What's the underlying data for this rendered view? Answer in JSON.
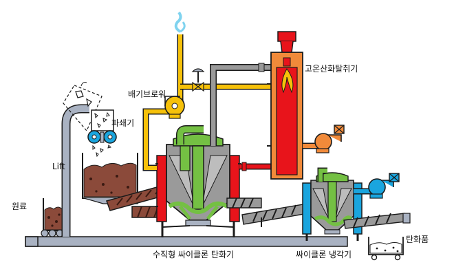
{
  "labels": {
    "raw_material": "원료",
    "lift": "Lift",
    "crusher": "파쇄기",
    "exhaust_blower": "배기브로워",
    "incinerator": "고온산화탈취기",
    "vertical_cyclone": "수직형 싸이클론 탄화기",
    "cyclone_cooler": "싸이클론 냉각기",
    "carbonized_product": "탄화품"
  },
  "colors": {
    "red": "#e8141b",
    "orange": "#f18a3a",
    "yellow": "#f6c10a",
    "green": "#74c043",
    "gray": "#9a9a9a",
    "blue": "#1aa5de",
    "brown": "#8b4a3a",
    "steel": "#a9b2c2",
    "outline": "#1b1b1b",
    "steam": "#7fd3ef"
  }
}
